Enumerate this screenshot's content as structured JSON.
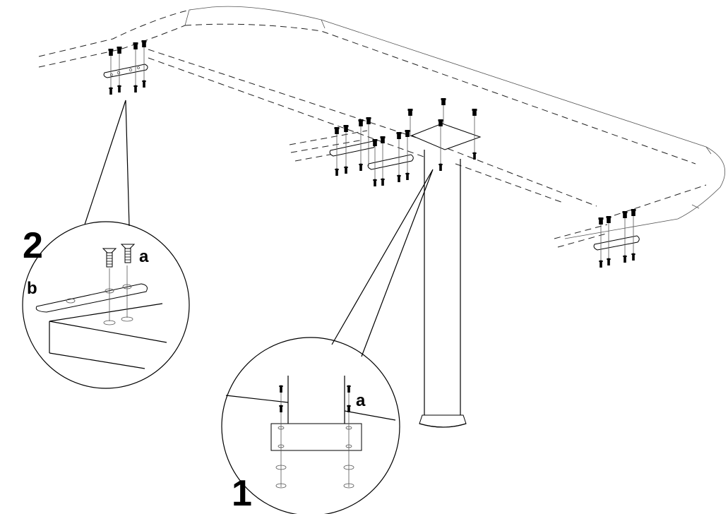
{
  "callouts": {
    "detail_1": {
      "number": "1",
      "labels": {
        "screw": "a"
      }
    },
    "detail_2": {
      "number": "2",
      "labels": {
        "screw": "a",
        "bracket": "b"
      }
    }
  },
  "icons": [
    "screw-icon",
    "mounting-plate-icon",
    "bracket-icon",
    "table-leg-icon"
  ]
}
